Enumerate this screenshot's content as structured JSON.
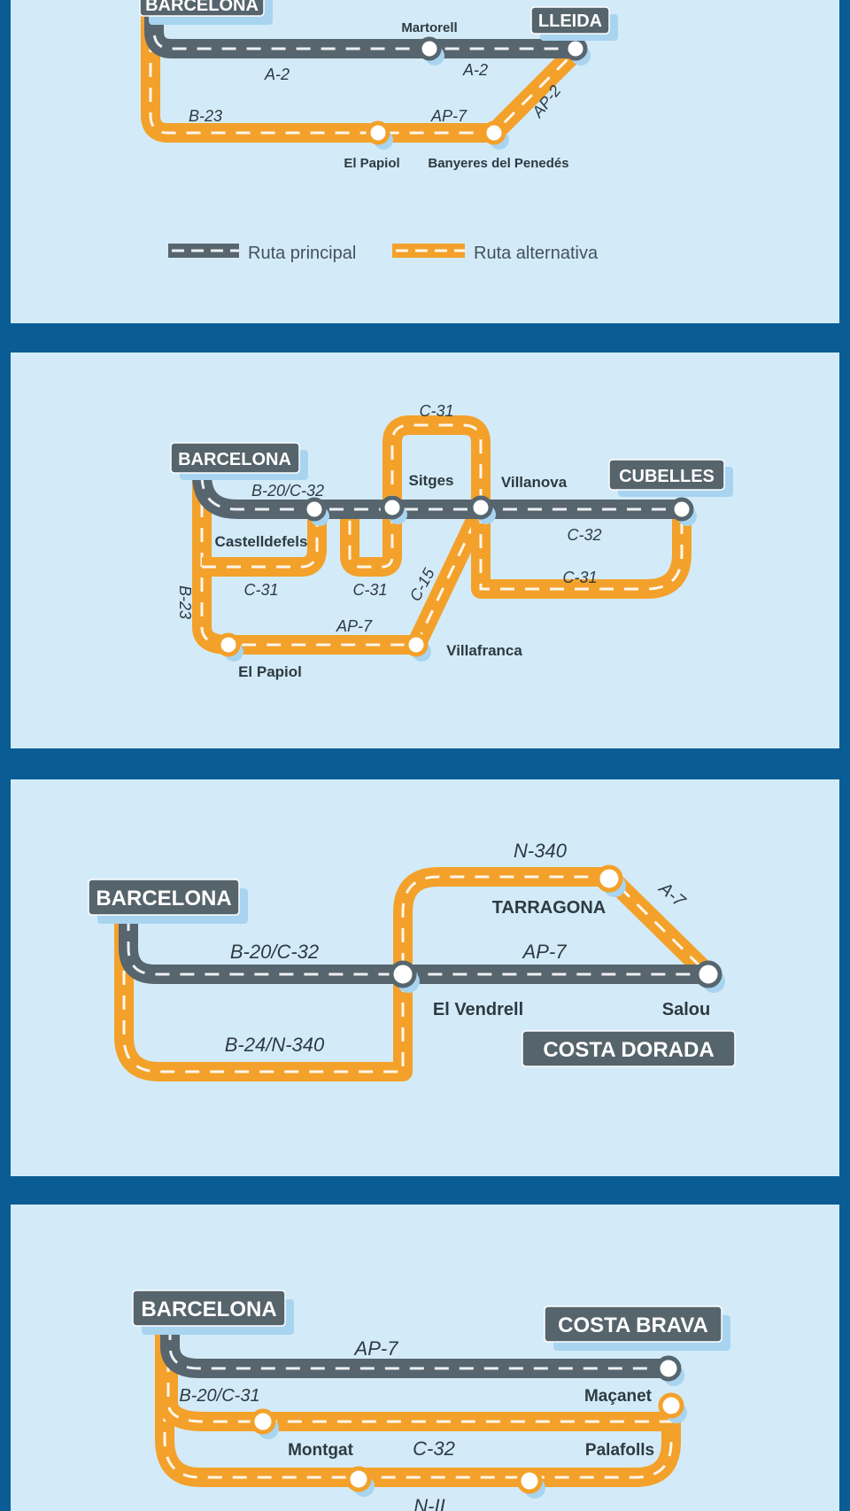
{
  "colors": {
    "frame": "#0a5d94",
    "panel": "#d3ebf8",
    "main_route": "#56656e",
    "alt_route": "#f3a12a"
  },
  "panel1": {
    "origin": "BARCELONA",
    "destination": "LLEIDA",
    "towns": {
      "martorell": "Martorell",
      "el_papiol": "El Papiol",
      "banyeres": "Banyeres del Penedés"
    },
    "roads": {
      "a2_left": "A-2",
      "a2_right": "A-2",
      "b23": "B-23",
      "ap7": "AP-7",
      "ap2": "AP-2"
    },
    "legend": {
      "main": "Ruta principal",
      "alt": "Ruta alternativa"
    }
  },
  "panel2": {
    "origin": "BARCELONA",
    "destination": "CUBELLES",
    "towns": {
      "castelldefels": "Castelldefels",
      "sitges": "Sitges",
      "villanova": "Villanova",
      "villafranca": "Villafranca",
      "el_papiol": "El Papiol"
    },
    "roads": {
      "b20c32": "B-20/C-32",
      "c31_top": "C-31",
      "c32": "C-32",
      "c31_right": "C-31",
      "c31_left": "C-31",
      "c31_mid": "C-31",
      "c15": "C-15",
      "b23": "B-23",
      "ap7": "AP-7"
    }
  },
  "panel3": {
    "origin": "BARCELONA",
    "destination": "COSTA DORADA",
    "towns": {
      "tarragona": "TARRAGONA",
      "el_vendrell": "El Vendrell",
      "salou": "Salou"
    },
    "roads": {
      "n340": "N-340",
      "a7": "A-7",
      "b20c32": "B-20/C-32",
      "ap7": "AP-7",
      "b24n340": "B-24/N-340"
    }
  },
  "panel4": {
    "origin": "BARCELONA",
    "destination": "COSTA BRAVA",
    "towns": {
      "macanet": "Maçanet",
      "montgat": "Montgat",
      "palafolls": "Palafolls"
    },
    "roads": {
      "ap7": "AP-7",
      "b20c31": "B-20/C-31",
      "c32": "C-32",
      "n2": "N-II"
    }
  }
}
